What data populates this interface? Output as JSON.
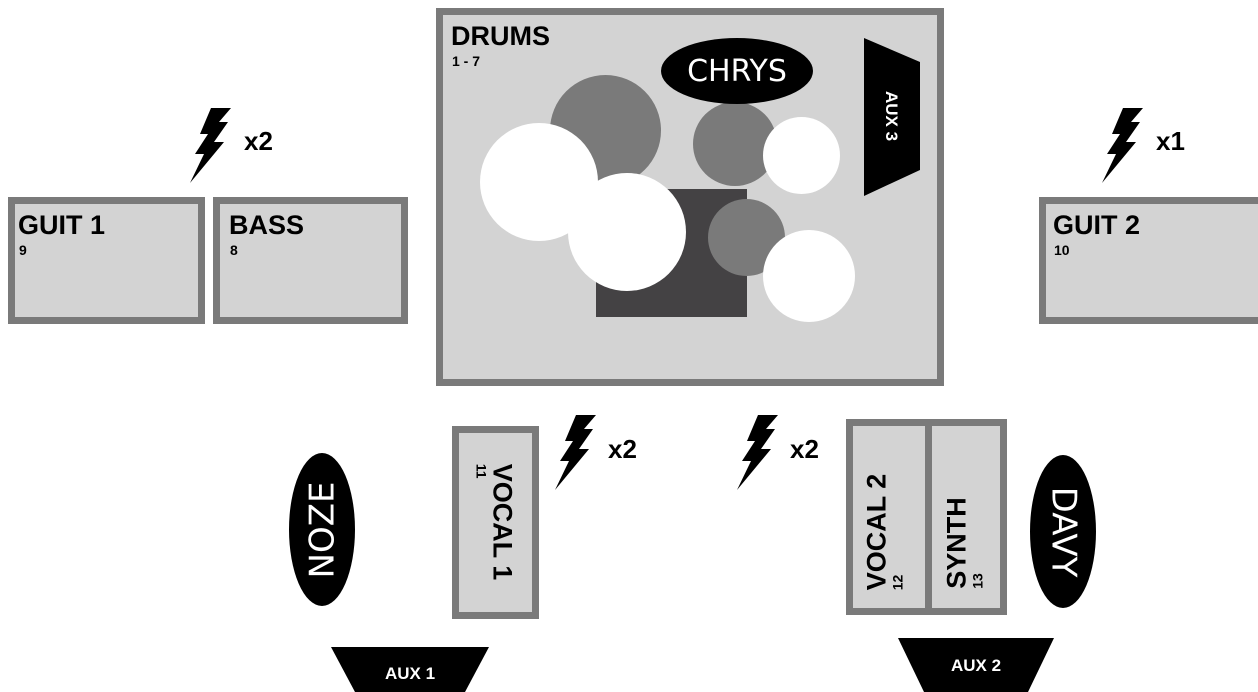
{
  "stage": {
    "drums": {
      "title": "DRUMS",
      "channels": "1 - 7"
    },
    "guit1": {
      "title": "GUIT 1",
      "channels": "9"
    },
    "bass": {
      "title": "BASS",
      "channels": "8"
    },
    "guit2": {
      "title": "GUIT 2",
      "channels": "10"
    },
    "vocal1": {
      "title": "VOCAL 1",
      "channels": "11"
    },
    "vocal2": {
      "title": "VOCAL 2",
      "channels": "12"
    },
    "synth": {
      "title": "SYNTH",
      "channels": "13"
    }
  },
  "power": {
    "left_backline": "x2",
    "right_backline": "x1",
    "front_left": "x2",
    "front_right": "x2"
  },
  "players": {
    "drummer": "CHRYS",
    "left": "NOZE",
    "right": "DAVY"
  },
  "monitors": {
    "aux1": "AUX 1",
    "aux2": "AUX 2",
    "aux3": "AUX 3"
  },
  "icons": {
    "power": "lightning-bolt-icon",
    "monitor": "wedge-monitor-icon"
  },
  "colors": {
    "box_fill": "#d3d3d3",
    "box_border": "#7a7a7a",
    "drum_shell": "#7a7a7a",
    "cymbal": "#ffffff",
    "riser": "#444244",
    "player": "#000000"
  }
}
